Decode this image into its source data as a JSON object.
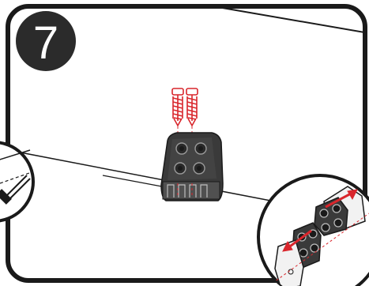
{
  "step": {
    "number": "7"
  },
  "colors": {
    "outline": "#1a1a1a",
    "badge_fill": "#2b2b2b",
    "badge_text": "#ffffff",
    "bracket_fill": "#3a3a3a",
    "bracket_light": "#f2f2f2",
    "accent_red": "#d9262c"
  },
  "icons": {
    "screws": "screw-icon",
    "bracket": "mounting-bracket",
    "left_detail": "tool-detail-circle",
    "right_detail": "bracket-detail-circle"
  }
}
